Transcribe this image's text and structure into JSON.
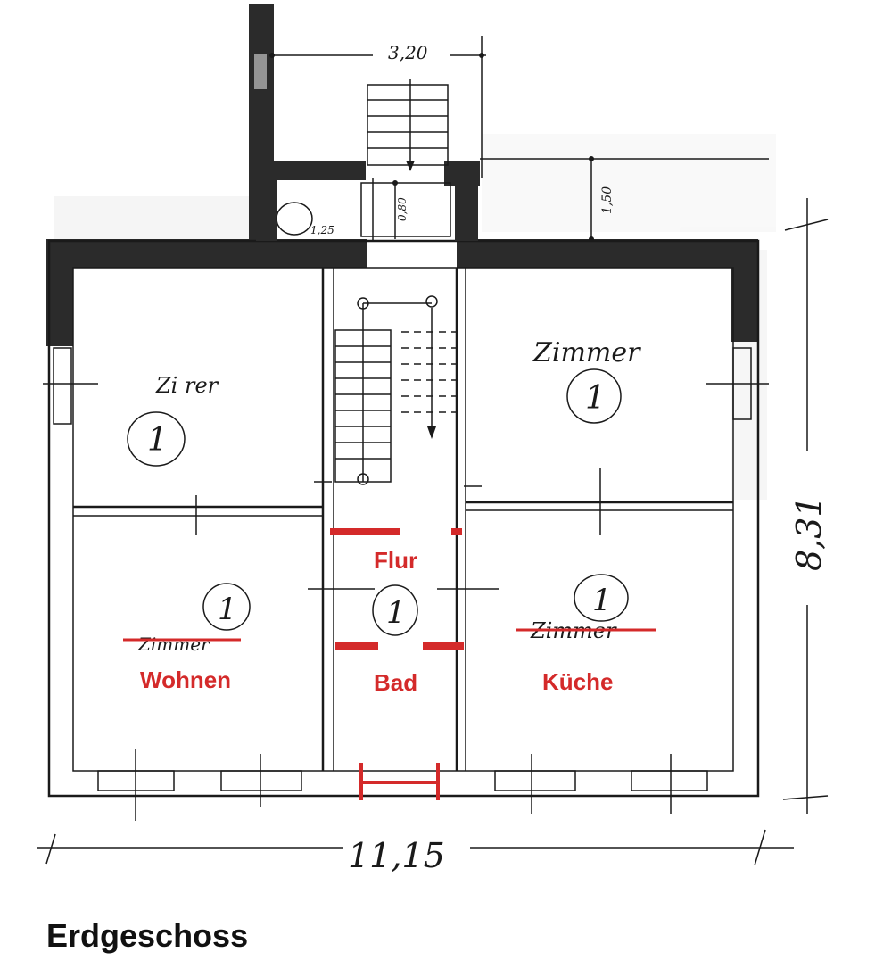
{
  "plan": {
    "floor_title": "Erdgeschoss",
    "dimensions": {
      "top_width": "3,20",
      "entrance_depth": "1,50",
      "step_depth": "0,80",
      "landing": "1,25",
      "overall_width": "11,15",
      "overall_depth": "8,31"
    },
    "rooms": {
      "top_left": {
        "handwritten": "Zi    rer",
        "number": "1"
      },
      "top_right": {
        "handwritten": "Zimmer",
        "number": "1"
      },
      "bottom_left": {
        "handwritten_struck": "Zimmer",
        "number": "1",
        "label": "Wohnen"
      },
      "center": {
        "number": "1",
        "label_upper": "Flur",
        "label_lower": "Bad"
      },
      "bottom_right": {
        "handwritten_struck": "Zimmer",
        "number": "1",
        "label": "Küche"
      }
    },
    "colors": {
      "ink": "#1a1a1a",
      "markup_red": "#d42a2a",
      "wall_fill": "#2b2b2b"
    }
  }
}
